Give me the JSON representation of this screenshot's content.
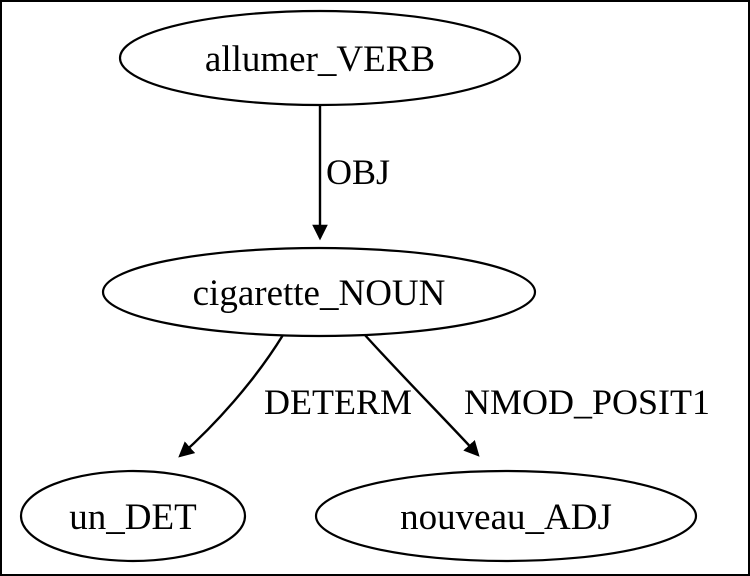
{
  "diagram": {
    "type": "dependency-graph",
    "background_color": "#ffffff",
    "stroke_color": "#000000",
    "nodes": [
      {
        "id": "allumer",
        "label": "allumer_VERB"
      },
      {
        "id": "cigarette",
        "label": "cigarette_NOUN"
      },
      {
        "id": "un",
        "label": "un_DET"
      },
      {
        "id": "nouveau",
        "label": "nouveau_ADJ"
      }
    ],
    "edges": [
      {
        "from": "allumer",
        "to": "cigarette",
        "label": "OBJ"
      },
      {
        "from": "cigarette",
        "to": "un",
        "label": "DETERM"
      },
      {
        "from": "cigarette",
        "to": "nouveau",
        "label": "NMOD_POSIT1"
      }
    ]
  }
}
